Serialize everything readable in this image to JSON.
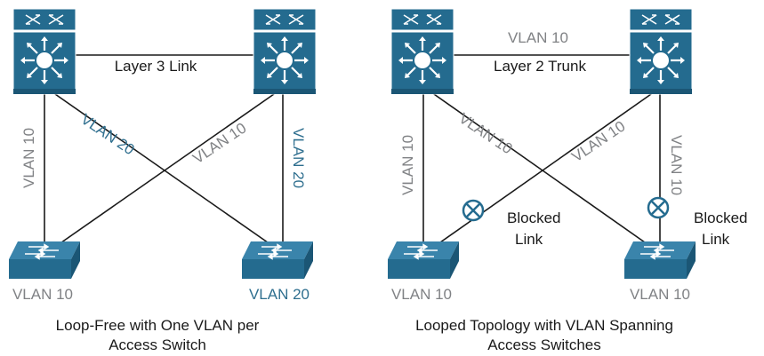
{
  "left": {
    "link_label": "Layer 3 Link",
    "left_uplink_label": "VLAN 10",
    "cross_down_label": "VLAN 20",
    "cross_up_label": "VLAN 10",
    "right_uplink_label": "VLAN 20",
    "access_left_label": "VLAN 10",
    "access_right_label": "VLAN 20",
    "caption_line1": "Loop-Free with One VLAN per",
    "caption_line2": "Access Switch"
  },
  "right": {
    "trunk_vlan_label": "VLAN 10",
    "link_label": "Layer 2 Trunk",
    "left_uplink_label": "VLAN 10",
    "cross_down_label": "VLAN 10",
    "cross_up_label": "VLAN 10",
    "right_uplink_label": "VLAN 10",
    "blocked_left_line1": "Blocked",
    "blocked_left_line2": "Link",
    "blocked_right_line1": "Blocked",
    "blocked_right_line2": "Link",
    "access_left_label": "VLAN 10",
    "access_right_label": "VLAN 10",
    "caption_line1": "Looped Topology with VLAN Spanning",
    "caption_line2": "Access Switches"
  },
  "colors": {
    "device": "#246b8f",
    "device_dark": "#1b5675",
    "line": "#1a1a1a",
    "gray_text": "#808285",
    "blue_text": "#2f6f8f"
  },
  "icons": {
    "distribution_switch": "layer3-switch-icon",
    "access_switch": "workgroup-switch-icon",
    "blocked": "blocked-port-icon"
  }
}
